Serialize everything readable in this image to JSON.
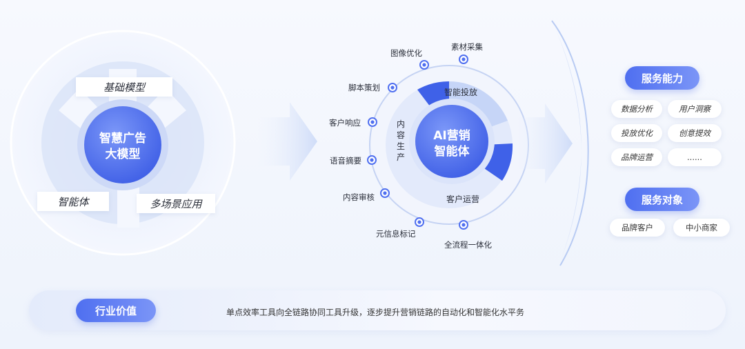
{
  "left": {
    "core": [
      "智慧广告",
      "大模型"
    ],
    "tags": {
      "base": "基础模型",
      "agent": "智能体",
      "multi": "多场景应用"
    }
  },
  "center": {
    "core": [
      "AI营销",
      "智能体"
    ],
    "segments": {
      "top": "智能投放",
      "left": "内容生产",
      "bottom": "客户运营"
    },
    "nodes": [
      "素材采集",
      "图像优化",
      "脚本策划",
      "客户响应",
      "语音摘要",
      "内容审核",
      "元信息标记",
      "全流程一体化"
    ]
  },
  "right": {
    "capability_title": "服务能力",
    "capabilities": [
      "数据分析",
      "用户洞察",
      "投放优化",
      "创意提效",
      "品牌运营",
      "......"
    ],
    "target_title": "服务对象",
    "targets": [
      "品牌客户",
      "中小商家"
    ]
  },
  "bottom": {
    "title": "行业价值",
    "text": "单点效率工具向全链路协同工具升级，逐步提升营销链路的自动化和智能化水平务"
  },
  "colors": {
    "primary": "#4f6ff0",
    "light": "#e8eefc"
  }
}
